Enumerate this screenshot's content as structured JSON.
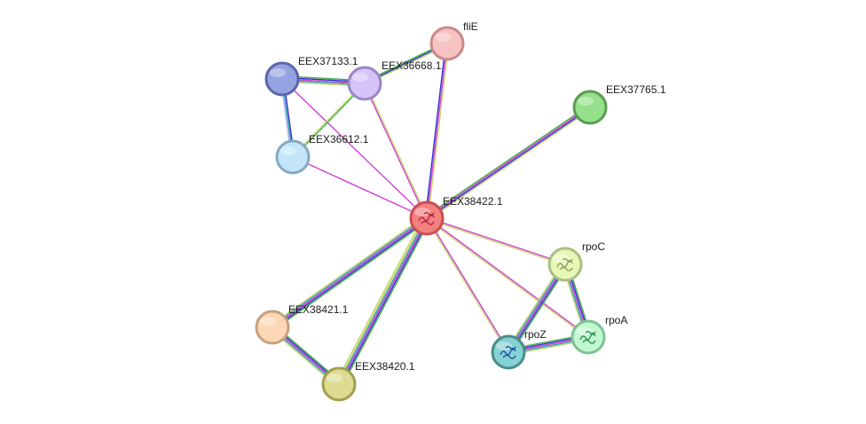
{
  "network": {
    "nodes": [
      {
        "id": "EEX38422.1",
        "label": "EEX38422.1",
        "fill": "#f48080",
        "stroke": "#c85050",
        "glyph": "structure-icon-red",
        "glyph_color": "#b02040",
        "highlight": true
      },
      {
        "id": "fliE",
        "label": "fliE",
        "fill": "#f7c2c2",
        "stroke": "#c88a8a"
      },
      {
        "id": "EEX37133.1",
        "label": "EEX37133.1",
        "fill": "#96a3e2",
        "stroke": "#5c66a8"
      },
      {
        "id": "EEX36668.1",
        "label": "EEX36668.1",
        "fill": "#d6c4f8",
        "stroke": "#9a86c6"
      },
      {
        "id": "EEX36612.1",
        "label": "EEX36612.1",
        "fill": "#c2e6f8",
        "stroke": "#86aac0"
      },
      {
        "id": "EEX37765.1",
        "label": "EEX37765.1",
        "fill": "#96e08c",
        "stroke": "#5a9c52"
      },
      {
        "id": "rpoC",
        "label": "rpoC",
        "fill": "#e6f7b8",
        "stroke": "#a9bf80",
        "glyph": "structure-icon-olive",
        "glyph_color": "#8a9460"
      },
      {
        "id": "rpoA",
        "label": "rpoA",
        "fill": "#c2f8d0",
        "stroke": "#7ec294",
        "glyph": "structure-icon-green",
        "glyph_color": "#2e8a4c"
      },
      {
        "id": "rpoZ",
        "label": "rpoZ",
        "fill": "#84d2d2",
        "stroke": "#4a8c8c",
        "glyph": "structure-icon-blue",
        "glyph_color": "#1a4aa0"
      },
      {
        "id": "EEX38421.1",
        "label": "EEX38421.1",
        "fill": "#fcd8b6",
        "stroke": "#c8a080"
      },
      {
        "id": "EEX38420.1",
        "label": "EEX38420.1",
        "fill": "#dedc92",
        "stroke": "#a0a050"
      }
    ],
    "edges": [
      {
        "source": "EEX38422.1",
        "target": "fliE",
        "colors": [
          "#3030d0",
          "#d040d0",
          "#c8d870"
        ]
      },
      {
        "source": "EEX38422.1",
        "target": "EEX36668.1",
        "colors": [
          "#d040d0",
          "#c8d870"
        ]
      },
      {
        "source": "EEX38422.1",
        "target": "EEX37133.1",
        "colors": [
          "#d040d0"
        ]
      },
      {
        "source": "EEX38422.1",
        "target": "EEX36612.1",
        "colors": [
          "#d040d0"
        ]
      },
      {
        "source": "EEX38422.1",
        "target": "EEX37765.1",
        "colors": [
          "#40b040",
          "#d040d0",
          "#3030d0",
          "#c8d870"
        ]
      },
      {
        "source": "EEX38422.1",
        "target": "rpoC",
        "colors": [
          "#d040d0",
          "#c8d870"
        ]
      },
      {
        "source": "EEX38422.1",
        "target": "rpoA",
        "colors": [
          "#d040d0",
          "#c8d870"
        ]
      },
      {
        "source": "EEX38422.1",
        "target": "rpoZ",
        "colors": [
          "#d040d0",
          "#c8d870"
        ]
      },
      {
        "source": "EEX38422.1",
        "target": "EEX38421.1",
        "colors": [
          "#40b040",
          "#3030d0",
          "#d040d0",
          "#30a0b0",
          "#c8d870"
        ]
      },
      {
        "source": "EEX38422.1",
        "target": "EEX38420.1",
        "colors": [
          "#40b040",
          "#3030d0",
          "#d040d0",
          "#30a0b0",
          "#c8d870",
          "#c8d870"
        ]
      },
      {
        "source": "EEX37133.1",
        "target": "EEX36668.1",
        "colors": [
          "#40b040",
          "#3030d0",
          "#d040d0",
          "#30a0b0",
          "#c8d870"
        ]
      },
      {
        "source": "EEX37133.1",
        "target": "EEX36612.1",
        "colors": [
          "#3030d0",
          "#30a0b0",
          "#b0b0f0"
        ]
      },
      {
        "source": "EEX36668.1",
        "target": "EEX36612.1",
        "colors": [
          "#40b040",
          "#c8d870"
        ]
      },
      {
        "source": "EEX36668.1",
        "target": "fliE",
        "colors": [
          "#40b040",
          "#3030d0",
          "#c8d870"
        ]
      },
      {
        "source": "rpoC",
        "target": "rpoA",
        "colors": [
          "#40b040",
          "#3030d0",
          "#d040d0",
          "#30a0b0",
          "#c8d870"
        ]
      },
      {
        "source": "rpoC",
        "target": "rpoZ",
        "colors": [
          "#40b040",
          "#3030d0",
          "#d040d0",
          "#30a0b0",
          "#c8d870"
        ]
      },
      {
        "source": "rpoZ",
        "target": "rpoA",
        "colors": [
          "#40b040",
          "#3030d0",
          "#d040d0",
          "#30a0b0",
          "#c8d870"
        ]
      },
      {
        "source": "EEX38421.1",
        "target": "EEX38420.1",
        "colors": [
          "#40b040",
          "#3030d0",
          "#d040d0",
          "#30a0b0",
          "#c8d870"
        ]
      }
    ]
  }
}
